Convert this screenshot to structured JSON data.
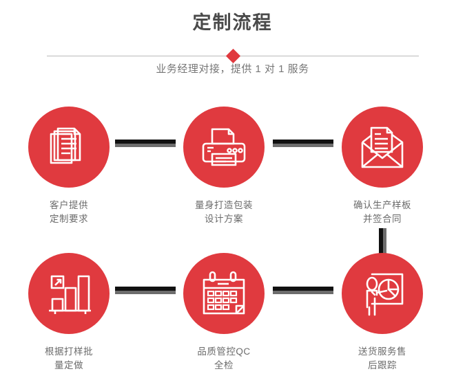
{
  "header": {
    "title": "定制流程",
    "subtitle": "业务经理对接，提供 1 对 1 服务",
    "divider_icon": "diamond-marker",
    "title_color": "#4a4a4a",
    "subtitle_color": "#767676",
    "accent_color": "#e03a3f",
    "divider_color": "#b9b9b9"
  },
  "theme": {
    "circle_color": "#e03a3f",
    "connector_color": "#111111",
    "connector_shadow_color": "#6d6d6d",
    "icon_color": "#ffffff",
    "background": "#ffffff"
  },
  "steps": [
    {
      "index": 1,
      "icon": "documents-stack-icon",
      "label": "客户提供\n定制要求"
    },
    {
      "index": 2,
      "icon": "printer-icon",
      "label": "量身打造包装\n设计方案"
    },
    {
      "index": 3,
      "icon": "open-envelope-document-icon",
      "label": "确认生产样板\n并签合同"
    },
    {
      "index": 4,
      "icon": "bar-chart-growth-icon",
      "label": "根据打样批\n量定做"
    },
    {
      "index": 5,
      "icon": "calendar-icon",
      "label": "品质管控QC\n全检"
    },
    {
      "index": 6,
      "icon": "presenter-pie-chart-icon",
      "label": "送货服务售\n后跟踪"
    }
  ],
  "connectors": [
    {
      "name": "connector-step1-step2",
      "orientation": "horizontal"
    },
    {
      "name": "connector-step2-step3",
      "orientation": "horizontal"
    },
    {
      "name": "connector-step3-step6",
      "orientation": "vertical"
    },
    {
      "name": "connector-step4-step5",
      "orientation": "horizontal"
    },
    {
      "name": "connector-step5-step6",
      "orientation": "horizontal"
    }
  ]
}
